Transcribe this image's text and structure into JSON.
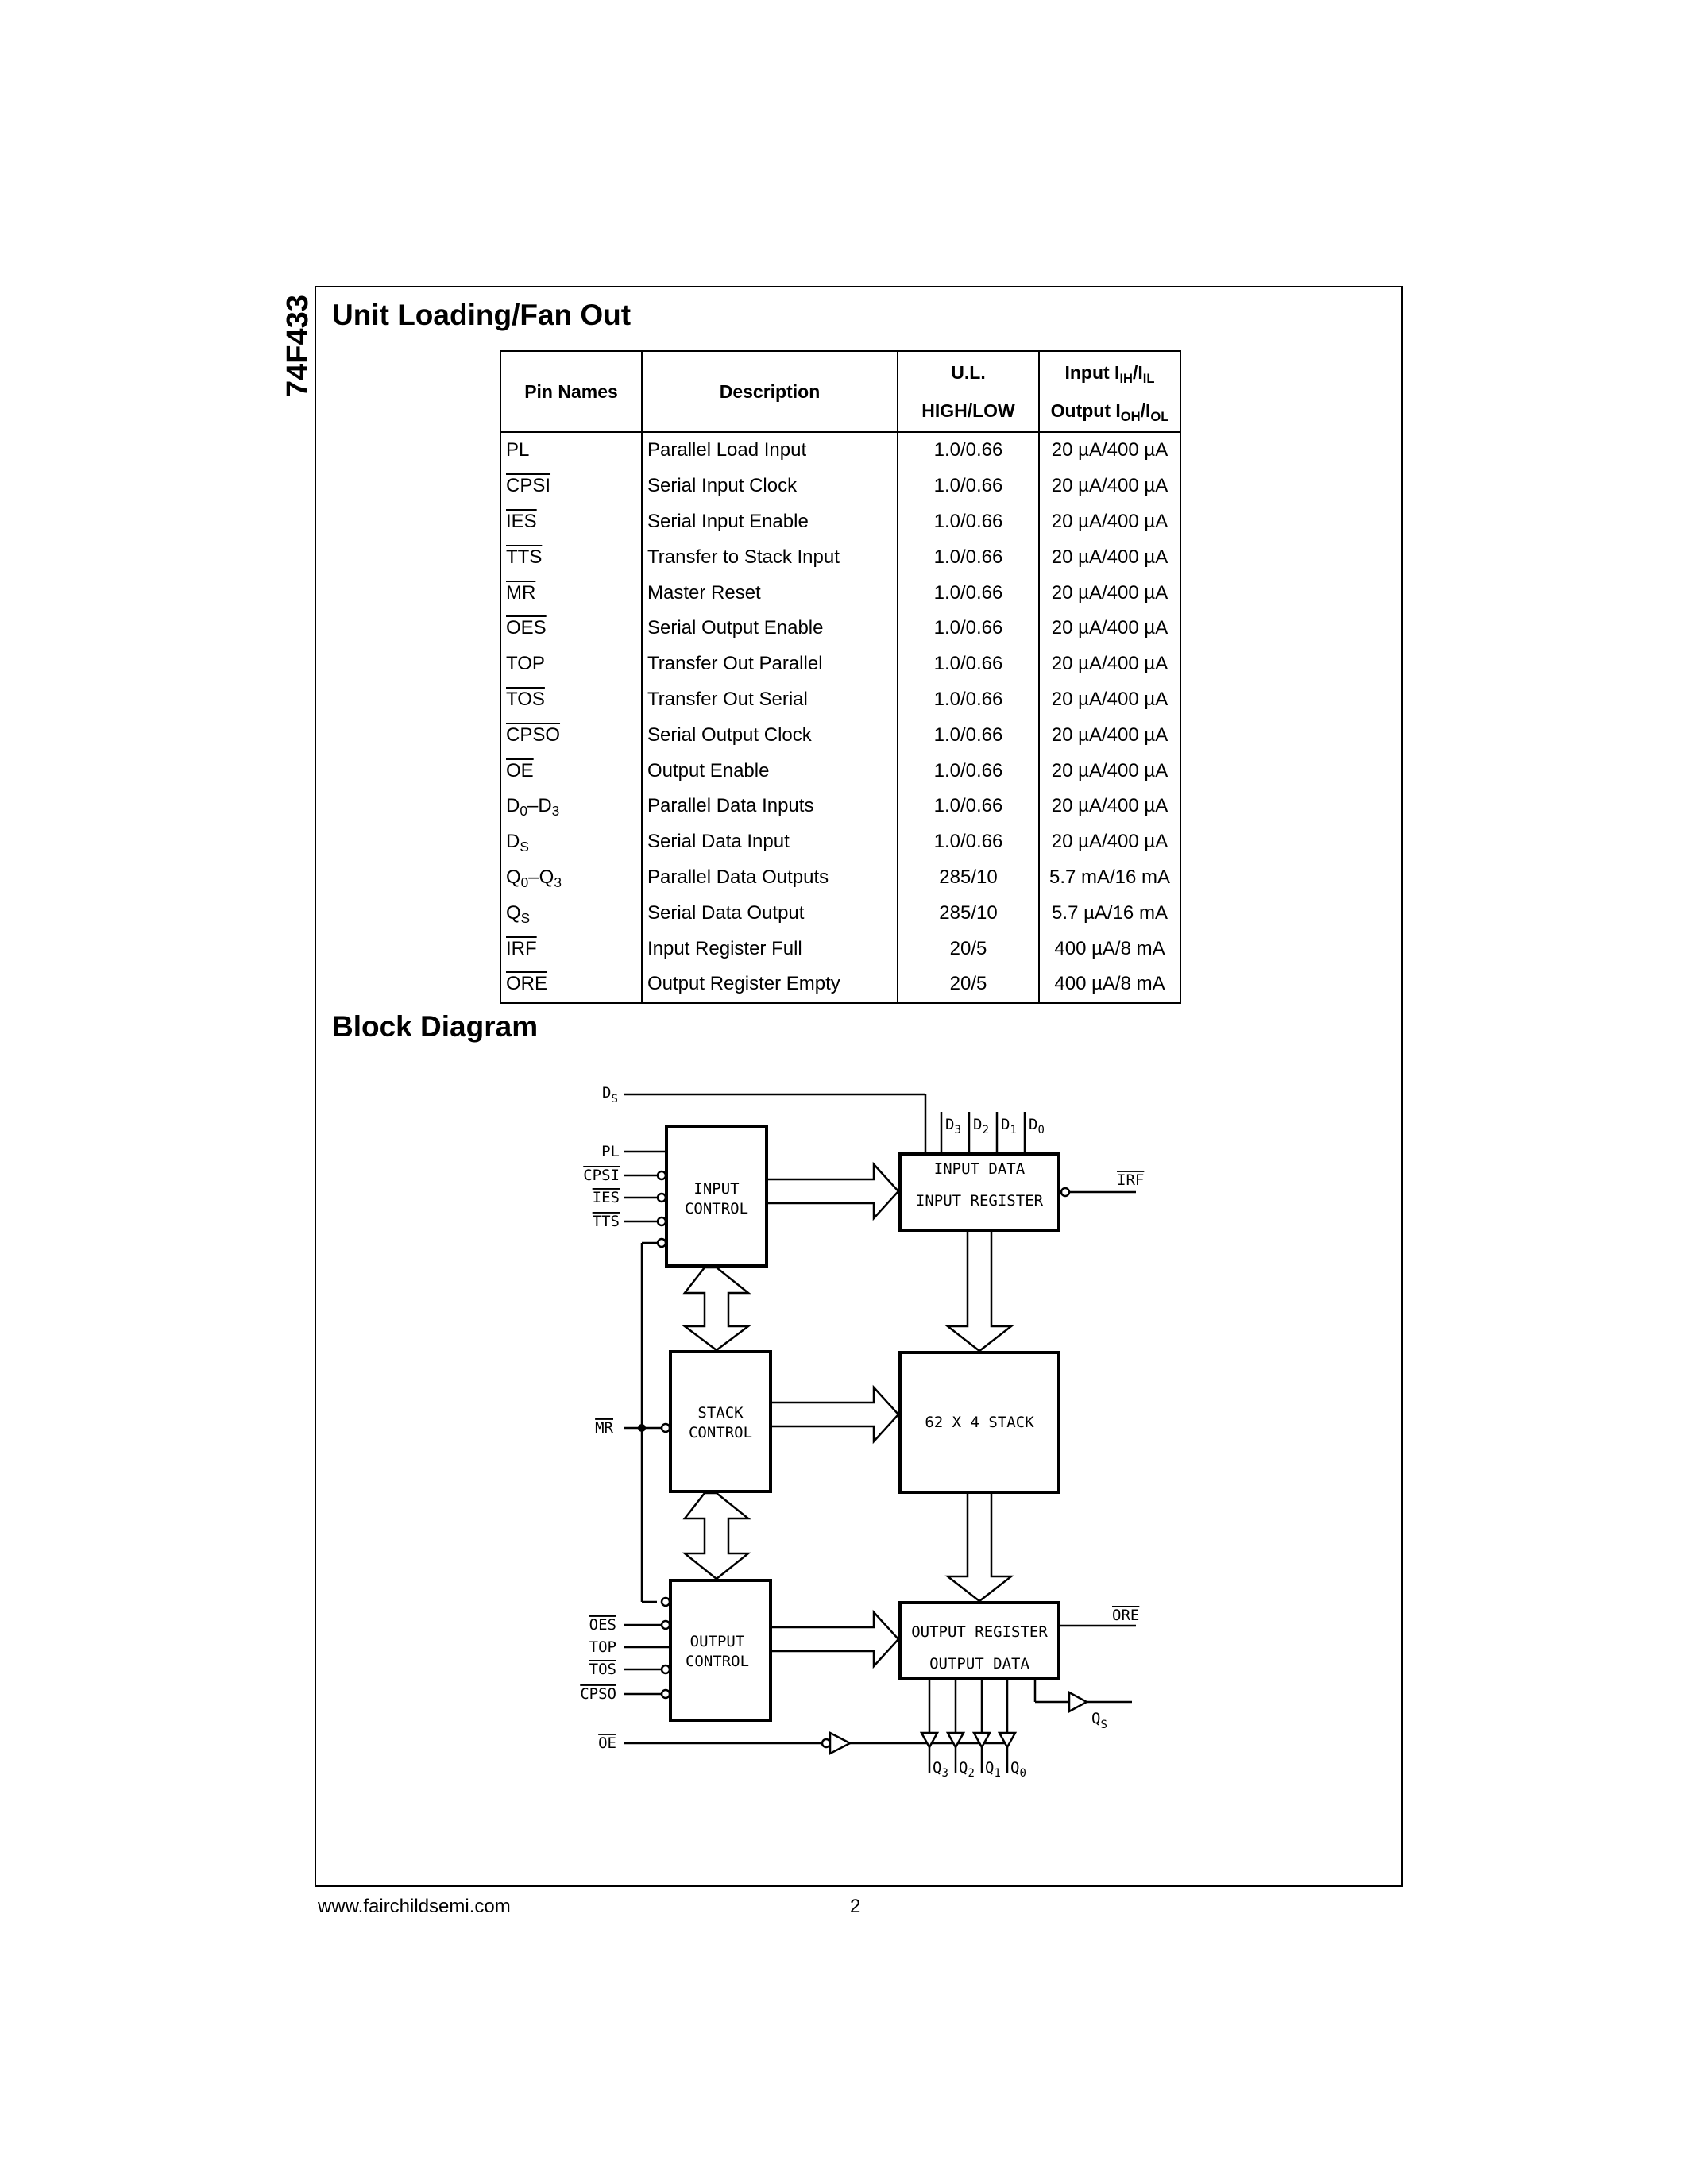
{
  "side_title": "74F433",
  "sections": {
    "unit_loading_title": "Unit Loading/Fan Out",
    "block_diagram_title": "Block Diagram"
  },
  "table": {
    "headers": {
      "pin_names": "Pin Names",
      "description": "Description",
      "ul_top": "U.L.",
      "ul_bottom": "HIGH/LOW",
      "input_label": "Input I",
      "input_sub1": "IH",
      "input_sep": "/I",
      "input_sub2": "IL",
      "output_label": "Output I",
      "output_sub1": "OH",
      "output_sep": "/I",
      "output_sub2": "OL"
    },
    "rows": [
      {
        "pin": "PL",
        "desc": "Parallel Load Input",
        "ul": "1.0/0.66",
        "io": "20 µA/400 µA"
      },
      {
        "pin": "CPSI",
        "desc": "Serial Input Clock",
        "ul": "1.0/0.66",
        "io": "20 µA/400 µA"
      },
      {
        "pin": "IES",
        "desc": "Serial Input Enable",
        "ul": "1.0/0.66",
        "io": "20 µA/400 µA"
      },
      {
        "pin": "TTS",
        "desc": "Transfer to Stack Input",
        "ul": "1.0/0.66",
        "io": "20 µA/400 µA"
      },
      {
        "pin": "MR",
        "desc": "Master Reset",
        "ul": "1.0/0.66",
        "io": "20 µA/400 µA"
      },
      {
        "pin": "OES",
        "desc": "Serial Output Enable",
        "ul": "1.0/0.66",
        "io": "20 µA/400 µA"
      },
      {
        "pin": "TOP",
        "desc": "Transfer Out Parallel",
        "ul": "1.0/0.66",
        "io": "20 µA/400 µA"
      },
      {
        "pin": "TOS",
        "desc": "Transfer Out Serial",
        "ul": "1.0/0.66",
        "io": "20 µA/400 µA"
      },
      {
        "pin": "CPSO",
        "desc": "Serial Output Clock",
        "ul": "1.0/0.66",
        "io": "20 µA/400 µA"
      },
      {
        "pin": "OE",
        "desc": "Output Enable",
        "ul": "1.0/0.66",
        "io": "20 µA/400 µA"
      },
      {
        "pin_a": "D",
        "pin_a_sub": "0",
        "pin_dash": "–",
        "pin_b": "D",
        "pin_b_sub": "3",
        "desc": "Parallel Data Inputs",
        "ul": "1.0/0.66",
        "io": "20 µA/400 µA"
      },
      {
        "pin_a": "D",
        "pin_a_sub": "S",
        "desc": "Serial Data Input",
        "ul": "1.0/0.66",
        "io": "20 µA/400 µA"
      },
      {
        "pin_a": "Q",
        "pin_a_sub": "0",
        "pin_dash": "–",
        "pin_b": "Q",
        "pin_b_sub": "3",
        "desc": "Parallel Data Outputs",
        "ul": "285/10",
        "io": "5.7 mA/16 mA"
      },
      {
        "pin_a": "Q",
        "pin_a_sub": "S",
        "desc": "Serial Data Output",
        "ul": "285/10",
        "io": "5.7 µA/16 mA"
      },
      {
        "pin": "IRF",
        "desc": "Input Register Full",
        "ul": "20/5",
        "io": "400 µA/8 mA"
      },
      {
        "pin": "ORE",
        "desc": "Output Register Empty",
        "ul": "20/5",
        "io": "400 µA/8 mA"
      }
    ]
  },
  "diagram": {
    "blocks": {
      "input_control": [
        "INPUT",
        "CONTROL"
      ],
      "stack_control": [
        "STACK",
        "CONTROL"
      ],
      "output_control": [
        "OUTPUT",
        "CONTROL"
      ],
      "input_register": [
        "INPUT DATA",
        "INPUT REGISTER"
      ],
      "stack": "62 X 4 STACK",
      "output_register": [
        "OUTPUT REGISTER",
        "OUTPUT DATA"
      ]
    },
    "signals": {
      "ds": "D",
      "ds_sub": "S",
      "pl": "PL",
      "cpsi": "CPSI",
      "ies": "IES",
      "tts": "TTS",
      "mr": "MR",
      "oes": "OES",
      "top": "TOP",
      "tos": "TOS",
      "cpso": "CPSO",
      "oe": "OE",
      "irf": "IRF",
      "ore": "ORE",
      "qs": "Q",
      "qs_sub": "S",
      "d_inputs": [
        {
          "l": "D",
          "s": "3"
        },
        {
          "l": "D",
          "s": "2"
        },
        {
          "l": "D",
          "s": "1"
        },
        {
          "l": "D",
          "s": "0"
        }
      ],
      "q_outputs": [
        {
          "l": "Q",
          "s": "3"
        },
        {
          "l": "Q",
          "s": "2"
        },
        {
          "l": "Q",
          "s": "1"
        },
        {
          "l": "Q",
          "s": "0"
        }
      ]
    }
  },
  "footer": {
    "url": "www.fairchildsemi.com",
    "page": "2"
  }
}
